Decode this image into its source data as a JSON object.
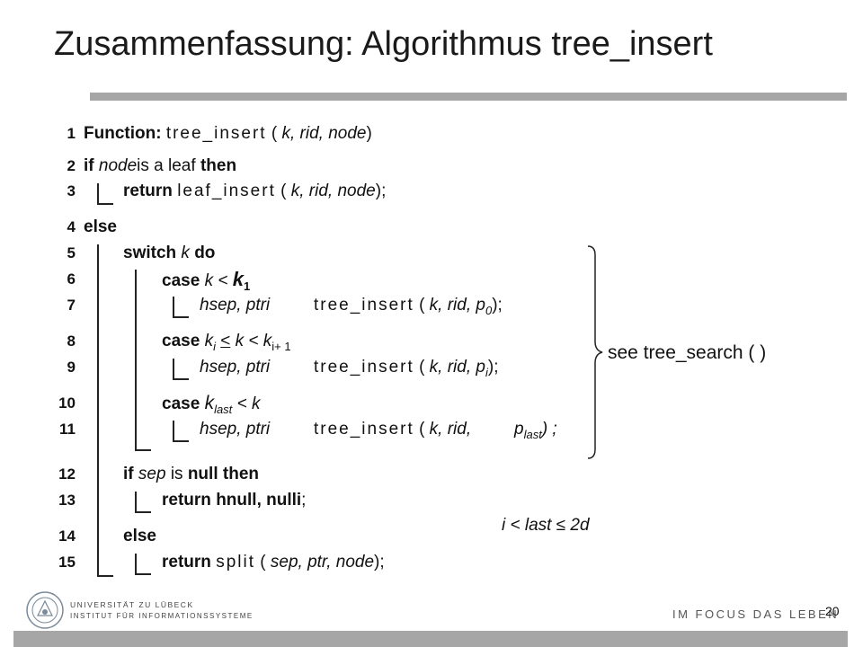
{
  "slide": {
    "title": "Zusammenfassung: Algorithmus tree_insert",
    "page_number": "20",
    "slogan": "IM FOCUS DAS LEBEN",
    "university": "UNIVERSITÄT ZU LÜBECK",
    "institute": "INSTITUT FÜR INFORMATIONSSYSTEME",
    "colors": {
      "bar": "#a6a6a6",
      "text": "#111111"
    }
  },
  "code": {
    "line1": {
      "num": "1",
      "kw": "Function:",
      "fn": "tree_insert",
      "open": "(",
      "args": "k, rid, node",
      "close": ")"
    },
    "line2": {
      "num": "2",
      "kw_if": "if",
      "var": "node",
      "text": "is a leaf",
      "kw_then": "then"
    },
    "line3": {
      "num": "3",
      "kw": "return",
      "fn": "leaf_insert",
      "open": "(",
      "args": "k, rid, node",
      "close": ");"
    },
    "line4": {
      "num": "4",
      "kw": "else"
    },
    "line5": {
      "num": "5",
      "kw": "switch",
      "var": "k",
      "kw2": "do"
    },
    "line6": {
      "num": "6",
      "kw": "case",
      "cond": "k <",
      "k1": "k",
      "k1_sub": "1"
    },
    "line7": {
      "num": "7",
      "lhs": "hsep, ptri",
      "fn": "tree_insert",
      "open": "(",
      "args": "k, rid, p",
      "args_sub": "0",
      "close": ");"
    },
    "line8": {
      "num": "8",
      "kw": "case",
      "ki": "k",
      "ki_sub": "i",
      "op1": "<",
      "mid": "k <",
      "ki1": "k",
      "ki1_sub": "i+ 1"
    },
    "line9": {
      "num": "9",
      "lhs": "hsep, ptri",
      "fn": "tree_insert",
      "open": "(",
      "args": "k, rid, p",
      "args_sub": "i",
      "close": ");"
    },
    "line10": {
      "num": "10",
      "kw": "case",
      "kl": "k",
      "kl_sub": "last",
      "tail": "< k"
    },
    "line11": {
      "num": "11",
      "lhs": "hsep, ptri",
      "fn": "tree_insert",
      "open": "(",
      "args": "k, rid,",
      "p": "p",
      "p_sub": "last",
      "close": ") ;"
    },
    "line12": {
      "num": "12",
      "kw_if": "if",
      "var": "sep",
      "text": "is",
      "kw_null": "null",
      "kw_then": "then"
    },
    "line13": {
      "num": "13",
      "kw": "return",
      "val": "hnull, nulli",
      "close": ";"
    },
    "line14": {
      "num": "14",
      "kw": "else"
    },
    "line15": {
      "num": "15",
      "kw": "return",
      "fn": "split",
      "open": "(",
      "args": "sep, ptr, node",
      "close": ");"
    }
  },
  "annotations": {
    "see": "see tree_search ( )",
    "condition": "i < last ≤ 2d"
  }
}
